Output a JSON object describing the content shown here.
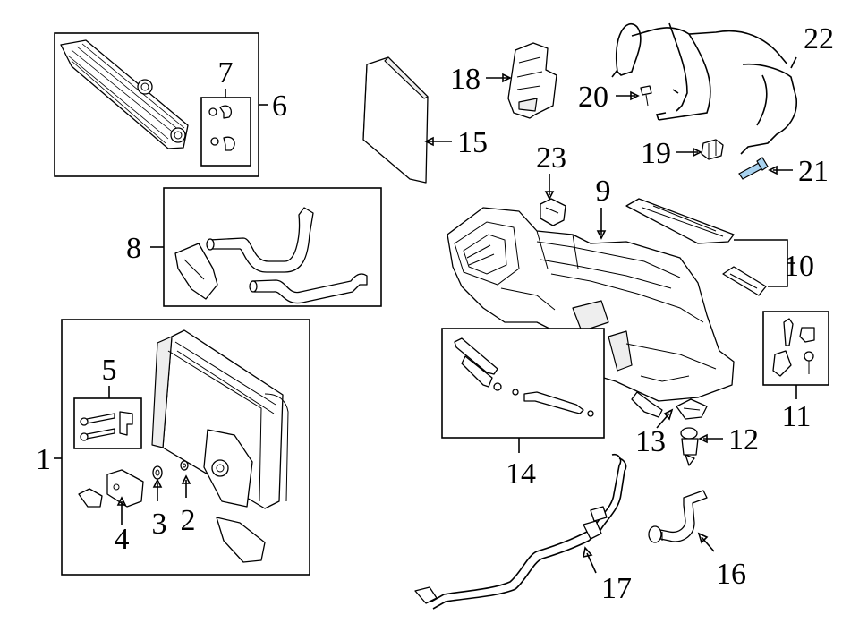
{
  "callouts": {
    "c1": "1",
    "c2": "2",
    "c3": "3",
    "c4": "4",
    "c5": "5",
    "c6": "6",
    "c7": "7",
    "c8": "8",
    "c9": "9",
    "c10": "10",
    "c11": "11",
    "c12": "12",
    "c13": "13",
    "c14": "14",
    "c15": "15",
    "c16": "16",
    "c17": "17",
    "c18": "18",
    "c19": "19",
    "c20": "20",
    "c21": "21",
    "c22": "22",
    "c23": "23"
  },
  "colors": {
    "ink": "#000000",
    "background": "#ffffff",
    "highlight_part_21": "#a9d3f0"
  }
}
